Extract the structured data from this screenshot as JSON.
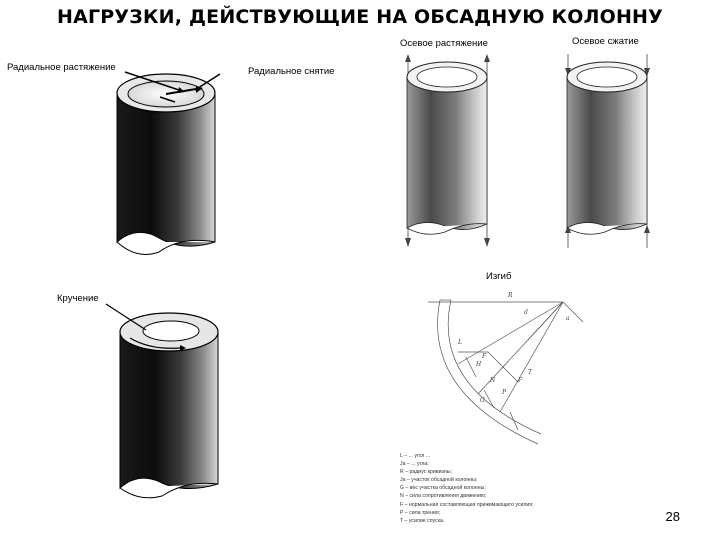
{
  "title": "НАГРУЗКИ, ДЕЙСТВУЮЩИЕ НА ОБСАДНУЮ КОЛОННУ",
  "labels": {
    "axial_tension": "Осевое растяжение",
    "axial_compression": "Осевое сжатие",
    "radial_tension": "Радиальное растяжение",
    "radial_compression": "Радиальное снятие",
    "bending": "Изгиб",
    "torsion": "Кручение"
  },
  "bend_diagram": {
    "letters": {
      "R": "R",
      "d": "d",
      "a": "a",
      "L": "L",
      "H": "H",
      "F": "F",
      "N": "N",
      "T": "T",
      "P": "P",
      "G": "G",
      "Fr": "F"
    }
  },
  "legend": [
    "L – ... угол ... ",
    "Ja – ... угла;",
    "R – радиус кривизны;",
    "Ja – участок обсадной колонны;",
    "G – вес участка обсадной колонны;",
    "N – сила сопротивления движению;",
    "F – нормальная составляющая прижимающего усилия;",
    "P – сила трения;",
    "T – усилие спуска."
  ],
  "page_number": "28"
}
